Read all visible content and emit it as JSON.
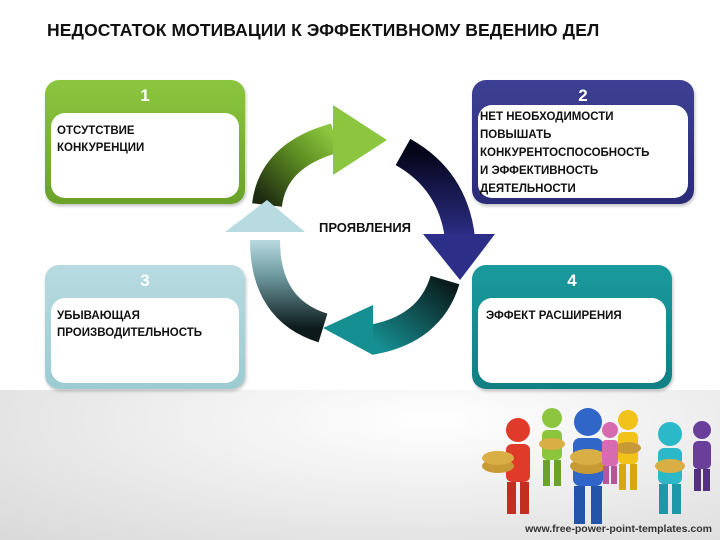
{
  "title": "НЕДОСТАТОК МОТИВАЦИИ К ЭФФЕКТИВНОМУ ВЕДЕНИЮ ДЕЛ",
  "center_label": "ПРОЯВЛЕНИЯ",
  "cards": [
    {
      "number": "1",
      "text": "ОТСУТСТВИЕ\nКОНКУРЕНЦИИ",
      "color": "#7cb532"
    },
    {
      "number": "2",
      "text": "НЕТ НЕОБХОДИМОСТИ\nПОВЫШАТЬ\nКОНКУРЕНТОСПОСОБНОСТЬ\nИ ЭФФЕКТИВНОСТЬ\nДЕЯТЕЛЬНОСТИ",
      "color": "#33358a"
    },
    {
      "number": "3",
      "text": "УБЫВАЮЩАЯ\nПРОИЗВОДИТЕЛЬНОСТЬ",
      "color": "#aad3d9"
    },
    {
      "number": "4",
      "text": "ЭФФЕКТ РАСШИРЕНИЯ",
      "color": "#158d90"
    }
  ],
  "footer": "www.free-power-point-templates.com"
}
